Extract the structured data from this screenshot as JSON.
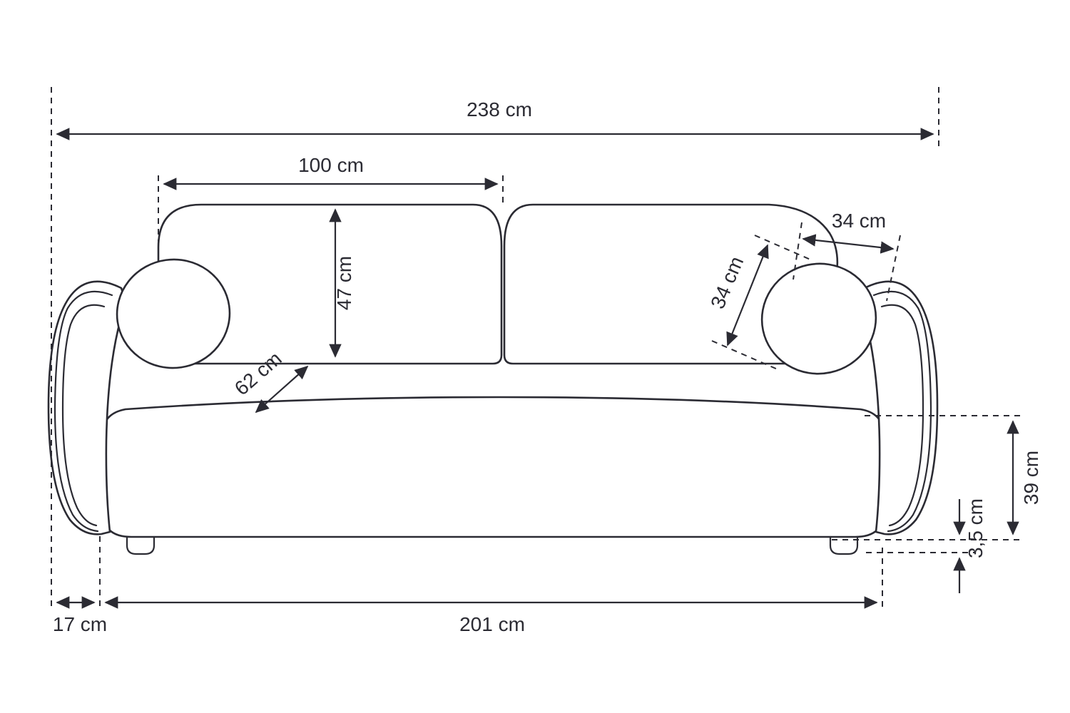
{
  "page": {
    "background": "#ffffff"
  },
  "diagram": {
    "subject": "sofa-front-elevation-with-dimensions",
    "line_color": "#2b2b33",
    "labels": {
      "total_width": "238 cm",
      "backrest_width": "100 cm",
      "backrest_height": "47 cm",
      "pillow_width": "34 cm",
      "pillow_depth": "34 cm",
      "seat_depth": "62 cm",
      "armrest_width": "17 cm",
      "seat_width": "201 cm",
      "base_height": "39 cm",
      "leg_height": "3,5 cm"
    }
  }
}
